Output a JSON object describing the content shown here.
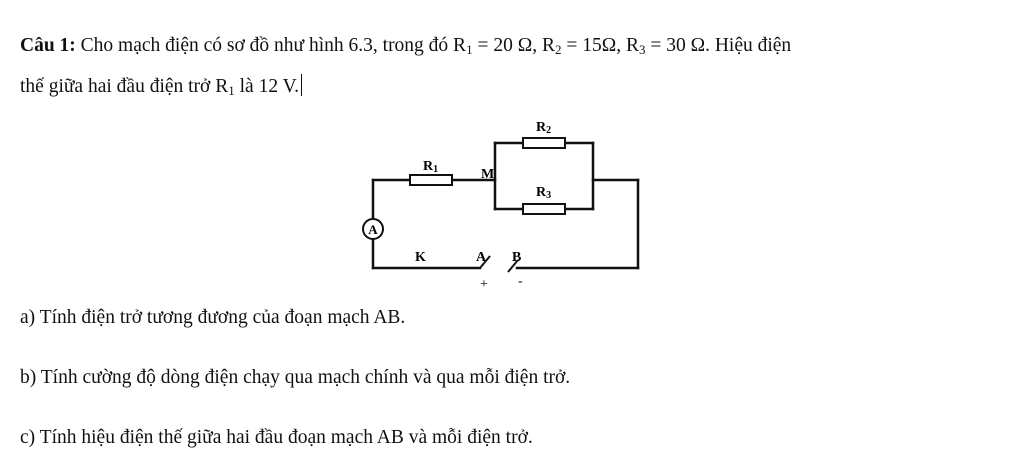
{
  "problem": {
    "label": "Câu 1:",
    "text_a": " Cho mạch điện có sơ đồ như hình 6.3, trong đó R",
    "r1_sub": "1",
    "text_b": " = 20 Ω, R",
    "r2_sub": "2",
    "text_c": " = 15Ω, R",
    "r3_sub": "3",
    "text_d": " = 30 Ω. Hiệu điện",
    "line2_a": "thế giữa hai đầu điện trở R",
    "line2_sub": "1",
    "line2_b": " là 12 V."
  },
  "circuit": {
    "r1_label": "R",
    "r1_sub": "1",
    "r2_label": "R",
    "r2_sub": "2",
    "r3_label": "R",
    "r3_sub": "3",
    "node_m": "M",
    "ammeter": "A",
    "switch_k": "K",
    "terminal_a": "A",
    "terminal_b": "B",
    "plus": "+",
    "minus": "-"
  },
  "questions": {
    "a": "a) Tính điện trở tương đương của đoạn mạch AB.",
    "b": "b) Tính cường độ dòng điện chạy qua mạch chính và qua mỗi điện trở.",
    "c": "c) Tính hiệu điện thế giữa hai đầu đoạn mạch AB và mỗi điện trở."
  }
}
